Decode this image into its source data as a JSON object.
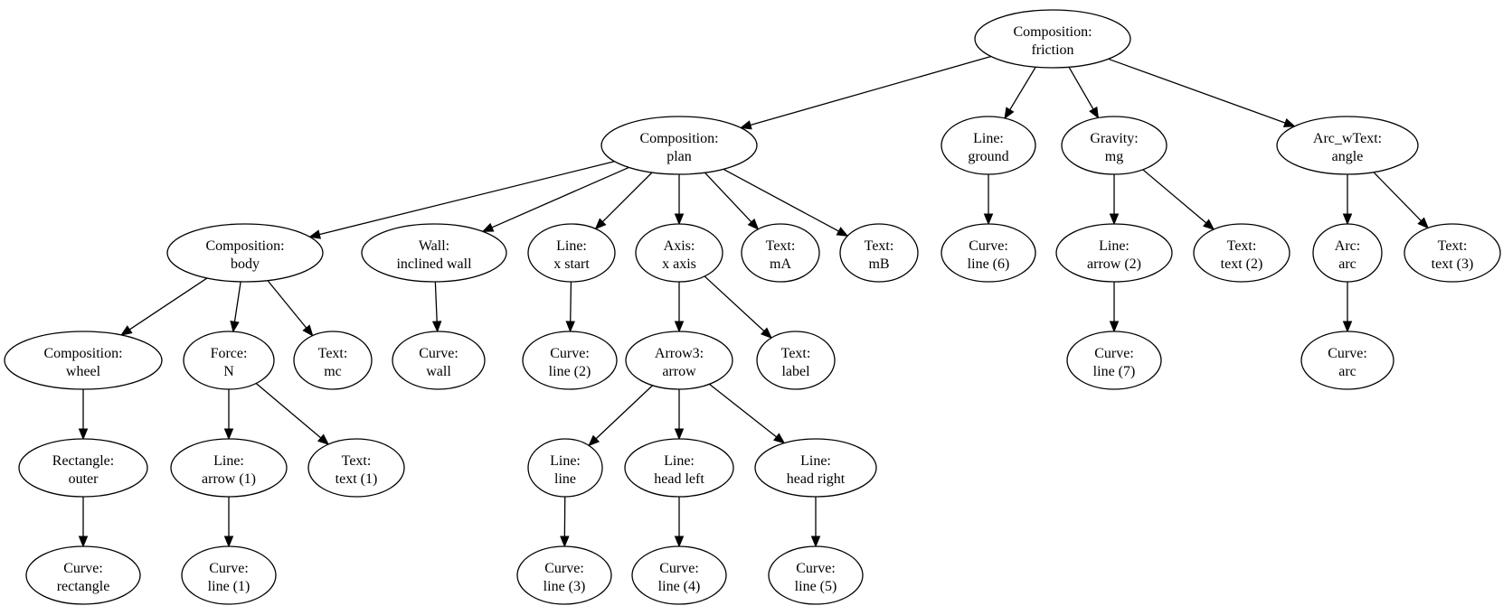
{
  "diagram": {
    "type": "tree",
    "nodes": [
      {
        "id": "friction",
        "type": "Composition:",
        "name": "friction"
      },
      {
        "id": "plan",
        "type": "Composition:",
        "name": "plan"
      },
      {
        "id": "ground",
        "type": "Line:",
        "name": "ground"
      },
      {
        "id": "mg",
        "type": "Gravity:",
        "name": "mg"
      },
      {
        "id": "angle",
        "type": "Arc_wText:",
        "name": "angle"
      },
      {
        "id": "body",
        "type": "Composition:",
        "name": "body"
      },
      {
        "id": "wall",
        "type": "Wall:",
        "name": "inclined wall"
      },
      {
        "id": "xstart",
        "type": "Line:",
        "name": "x start"
      },
      {
        "id": "xaxis",
        "type": "Axis:",
        "name": "x axis"
      },
      {
        "id": "mA",
        "type": "Text:",
        "name": "mA"
      },
      {
        "id": "mB",
        "type": "Text:",
        "name": "mB"
      },
      {
        "id": "line6",
        "type": "Curve:",
        "name": "line (6)"
      },
      {
        "id": "arrow2",
        "type": "Line:",
        "name": "arrow (2)"
      },
      {
        "id": "text2",
        "type": "Text:",
        "name": "text (2)"
      },
      {
        "id": "arc",
        "type": "Arc:",
        "name": "arc"
      },
      {
        "id": "text3",
        "type": "Text:",
        "name": "text (3)"
      },
      {
        "id": "wheel",
        "type": "Composition:",
        "name": "wheel"
      },
      {
        "id": "N",
        "type": "Force:",
        "name": "N"
      },
      {
        "id": "mc",
        "type": "Text:",
        "name": "mc"
      },
      {
        "id": "wallcurve",
        "type": "Curve:",
        "name": "wall"
      },
      {
        "id": "line2",
        "type": "Curve:",
        "name": "line (2)"
      },
      {
        "id": "arrow",
        "type": "Arrow3:",
        "name": "arrow"
      },
      {
        "id": "label",
        "type": "Text:",
        "name": "label"
      },
      {
        "id": "line7",
        "type": "Curve:",
        "name": "line (7)"
      },
      {
        "id": "arccurve",
        "type": "Curve:",
        "name": "arc"
      },
      {
        "id": "outer",
        "type": "Rectangle:",
        "name": "outer"
      },
      {
        "id": "arrow1",
        "type": "Line:",
        "name": "arrow (1)"
      },
      {
        "id": "text1",
        "type": "Text:",
        "name": "text (1)"
      },
      {
        "id": "linel",
        "type": "Line:",
        "name": "line"
      },
      {
        "id": "headleft",
        "type": "Line:",
        "name": "head left"
      },
      {
        "id": "headright",
        "type": "Line:",
        "name": "head right"
      },
      {
        "id": "rectangle",
        "type": "Curve:",
        "name": "rectangle"
      },
      {
        "id": "line1",
        "type": "Curve:",
        "name": "line (1)"
      },
      {
        "id": "line3",
        "type": "Curve:",
        "name": "line (3)"
      },
      {
        "id": "line4",
        "type": "Curve:",
        "name": "line (4)"
      },
      {
        "id": "line5",
        "type": "Curve:",
        "name": "line (5)"
      }
    ],
    "edges": [
      [
        "friction",
        "plan"
      ],
      [
        "friction",
        "ground"
      ],
      [
        "friction",
        "mg"
      ],
      [
        "friction",
        "angle"
      ],
      [
        "plan",
        "body"
      ],
      [
        "plan",
        "wall"
      ],
      [
        "plan",
        "xstart"
      ],
      [
        "plan",
        "xaxis"
      ],
      [
        "plan",
        "mA"
      ],
      [
        "plan",
        "mB"
      ],
      [
        "ground",
        "line6"
      ],
      [
        "mg",
        "arrow2"
      ],
      [
        "mg",
        "text2"
      ],
      [
        "angle",
        "arc"
      ],
      [
        "angle",
        "text3"
      ],
      [
        "body",
        "wheel"
      ],
      [
        "body",
        "N"
      ],
      [
        "body",
        "mc"
      ],
      [
        "wall",
        "wallcurve"
      ],
      [
        "xstart",
        "line2"
      ],
      [
        "xaxis",
        "arrow"
      ],
      [
        "xaxis",
        "label"
      ],
      [
        "arrow2",
        "line7"
      ],
      [
        "arc",
        "arccurve"
      ],
      [
        "wheel",
        "outer"
      ],
      [
        "N",
        "arrow1"
      ],
      [
        "N",
        "text1"
      ],
      [
        "arrow",
        "linel"
      ],
      [
        "arrow",
        "headleft"
      ],
      [
        "arrow",
        "headright"
      ],
      [
        "outer",
        "rectangle"
      ],
      [
        "arrow1",
        "line1"
      ],
      [
        "linel",
        "line3"
      ],
      [
        "headleft",
        "line4"
      ],
      [
        "headright",
        "line5"
      ]
    ]
  }
}
